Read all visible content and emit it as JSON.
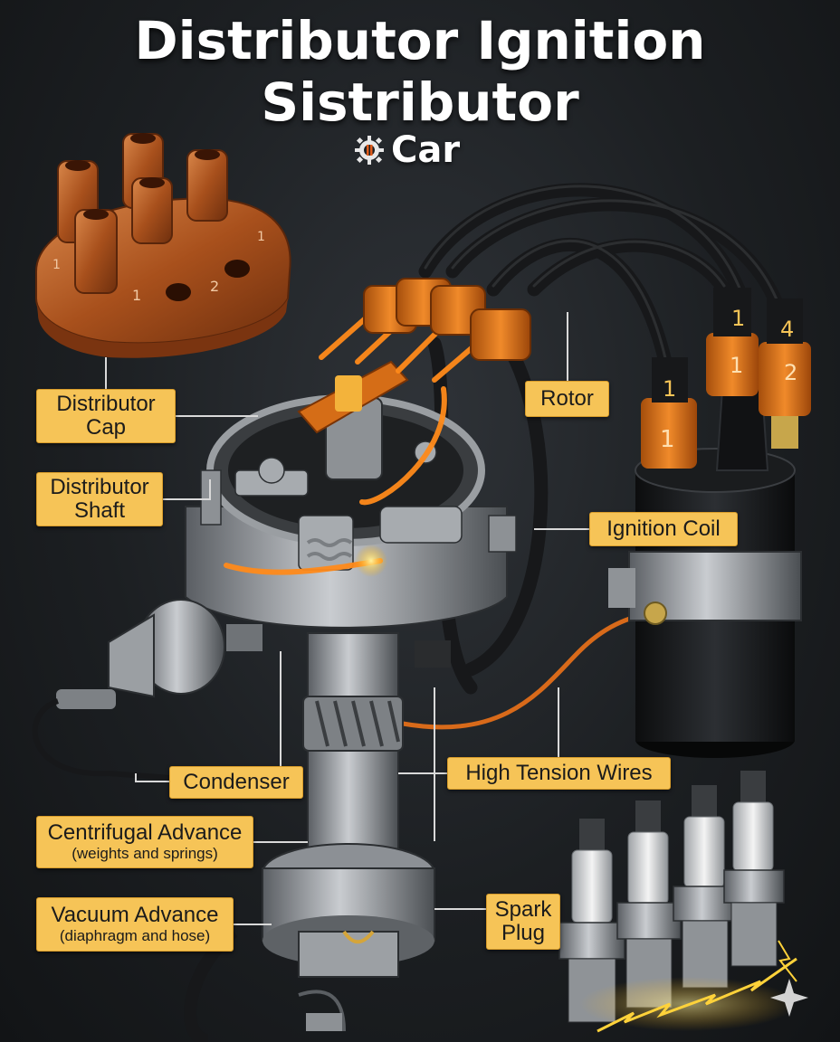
{
  "title": {
    "line1": "Distributor Ignition",
    "line2": "Sistributor",
    "brand": "Car"
  },
  "labels": {
    "distributor_cap": {
      "line1": "Distributor",
      "line2": "Cap"
    },
    "distributor_shaft": {
      "line1": "Distributor",
      "line2": "Shaft"
    },
    "rotor": "Rotor",
    "ignition_coil": "Ignition Coil",
    "condenser": "Condenser",
    "high_tension_wires": "High Tension Wires",
    "centrifugal_advance": {
      "line1": "Centrifugal Advance",
      "line2": "(weights and springs)"
    },
    "vacuum_advance": {
      "line1": "Vacuum Advance",
      "line2": "(diaphragm and hose)"
    },
    "spark_plug": {
      "line1": "Spark",
      "line2": "Plug"
    }
  },
  "cap_terminal_numbers": [
    "1",
    "1",
    "2",
    "1"
  ],
  "coil_terminal_numbers": [
    "1",
    "1",
    "1",
    "4",
    "2",
    "1"
  ],
  "colors": {
    "label_bg": "#f6c457",
    "copper": "#b0561e",
    "orange_boot": "#e07a1a",
    "spark": "#ffd23a"
  },
  "icons": {
    "brand": "gear-icon"
  }
}
